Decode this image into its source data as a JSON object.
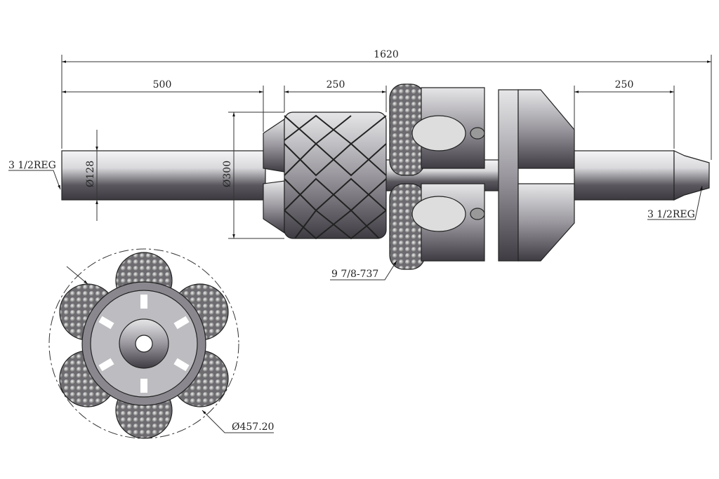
{
  "dimensions": {
    "overall_length": "1620",
    "left_shaft_length": "500",
    "stabilizer_length": "250",
    "right_shaft_length": "250",
    "shaft_diameter": "Ø128",
    "stabilizer_diameter": "Ø300",
    "cutter_diameter": "Ø457.20"
  },
  "callouts": {
    "left_thread": "3 1/2REG",
    "right_thread": "3 1/2REG",
    "cutter_size": "9 7/8-737"
  }
}
